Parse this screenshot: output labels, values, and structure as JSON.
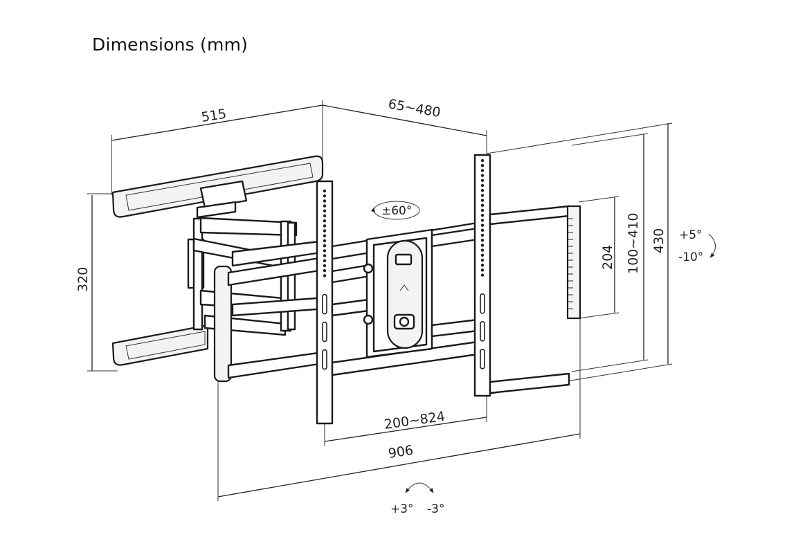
{
  "title": "Dimensions (mm)",
  "dimensions": {
    "arm_depth": "515",
    "extension": "65~480",
    "height_total": "320",
    "vesa_h": "200~824",
    "width_total": "906",
    "vesa_v_small": "204",
    "vesa_v_range": "100~410",
    "height_plate": "430"
  },
  "rotation": {
    "swivel": "±60°",
    "tilt_up": "+5°",
    "tilt_down": "-10°",
    "level_plus": "+3°",
    "level_minus": "-3°"
  }
}
